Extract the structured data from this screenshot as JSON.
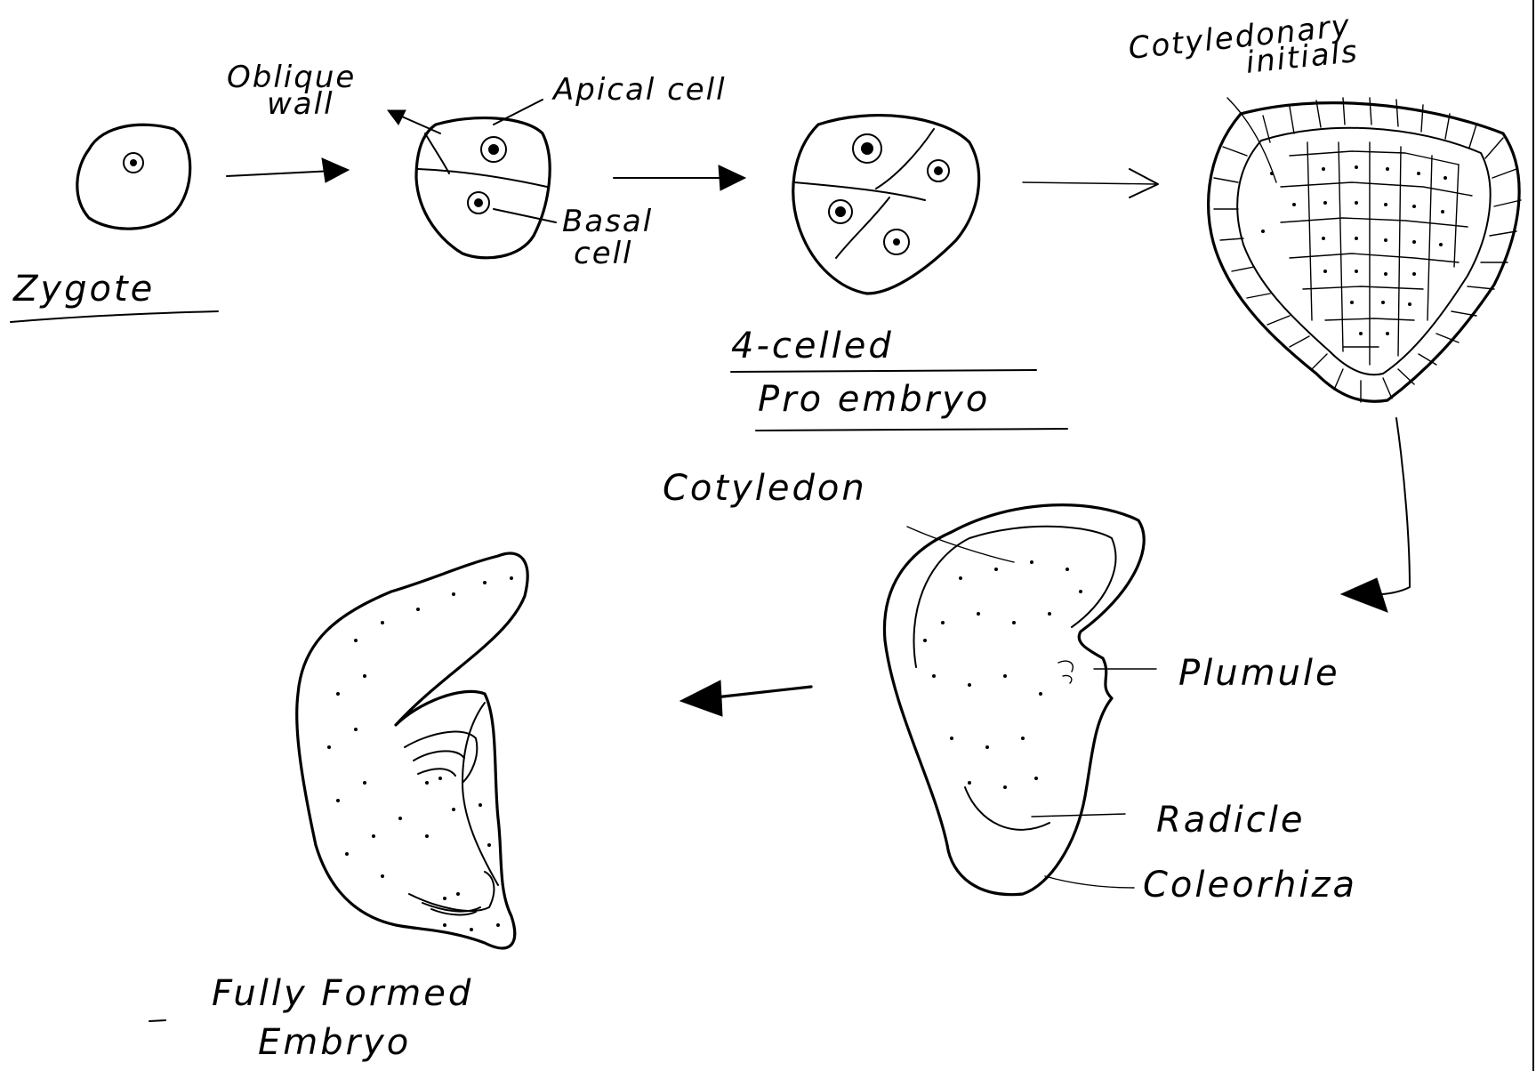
{
  "labels": {
    "zygote": "Zygote",
    "oblique_wall_1": "Oblique",
    "oblique_wall_2": "wall",
    "apical_cell": "Apical cell",
    "basal_cell_1": "Basal",
    "basal_cell_2": "cell",
    "four_celled_1": "4-celled",
    "four_celled_2": "Pro embryo",
    "cotyledonary_1": "Cotyledonary",
    "cotyledonary_2": "initials",
    "cotyledon": "Cotyledon",
    "plumule": "Plumule",
    "radicle": "Radicle",
    "coleorhiza": "Coleorhiza",
    "fully_formed_1": "Fully Formed",
    "fully_formed_2": "Embryo"
  }
}
